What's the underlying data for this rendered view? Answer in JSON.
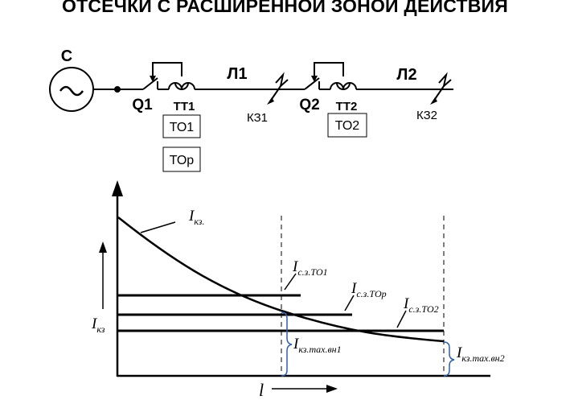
{
  "title": "ОТСЕЧКИ С РАСШИРЕННОЙ ЗОНОЙ ДЕЙСТВИЯ",
  "schematic": {
    "source_label": "С",
    "source_symbol": "~",
    "breakers": [
      "Q1",
      "Q2"
    ],
    "current_transformers": [
      "ТТ1",
      "ТТ2"
    ],
    "lines": [
      "Л1",
      "Л2"
    ],
    "fault_points": [
      "КЗ1",
      "КЗ2"
    ],
    "protection_boxes": [
      "ТО1",
      "ТОр",
      "ТО2"
    ]
  },
  "graph": {
    "y_axis_label": {
      "main": "I",
      "sub": "кз"
    },
    "x_axis_label": "l",
    "curve_label": {
      "main": "I",
      "sub": "кз."
    },
    "setting_labels": [
      {
        "main": "I",
        "sub": "с.з.ТО1"
      },
      {
        "main": "I",
        "sub": "с.з.ТОр"
      },
      {
        "main": "I",
        "sub": "с.з.ТО2"
      }
    ],
    "end_labels": [
      {
        "main": "I",
        "sub": "кз.max.вн1"
      },
      {
        "main": "I",
        "sub": "кз.max.вн2"
      }
    ]
  }
}
